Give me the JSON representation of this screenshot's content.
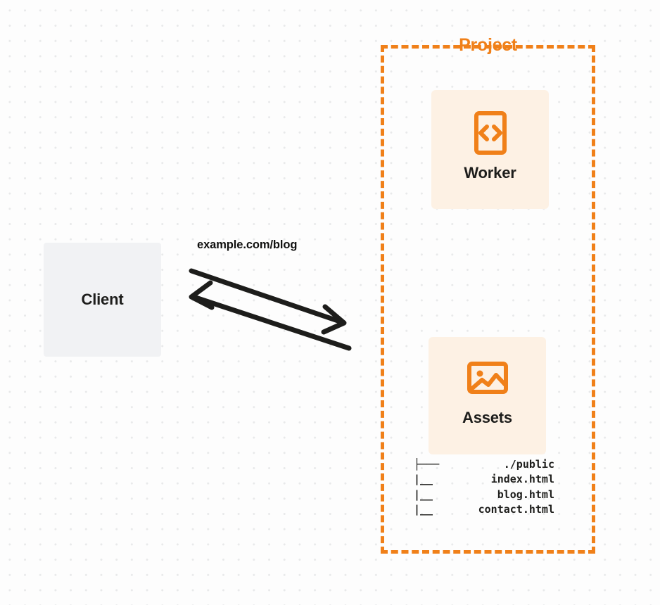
{
  "diagram": {
    "title_of_group": "Project",
    "colors": {
      "orange": "#f08019",
      "card_bg": "#fdf1e4",
      "client_bg": "#f1f2f4",
      "text": "#1d1d1b",
      "canvas_bg": "#fdfdfd",
      "dot_grid": "#e8e9ea"
    }
  },
  "client": {
    "label": "Client"
  },
  "connection": {
    "label": "example.com/blog",
    "request_direction": "client-to-project",
    "response_direction": "project-to-client"
  },
  "project": {
    "label": "Project",
    "nodes": [
      {
        "id": "worker",
        "label": "Worker",
        "icon": "code-document-icon"
      },
      {
        "id": "assets",
        "label": "Assets",
        "icon": "image-icon"
      }
    ]
  },
  "file_tree": {
    "rows": [
      {
        "branch": "├───",
        "name": "./public"
      },
      {
        "branch": "|__",
        "name": "index.html"
      },
      {
        "branch": "|__",
        "name": "blog.html"
      },
      {
        "branch": "|__",
        "name": "contact.html"
      }
    ]
  }
}
